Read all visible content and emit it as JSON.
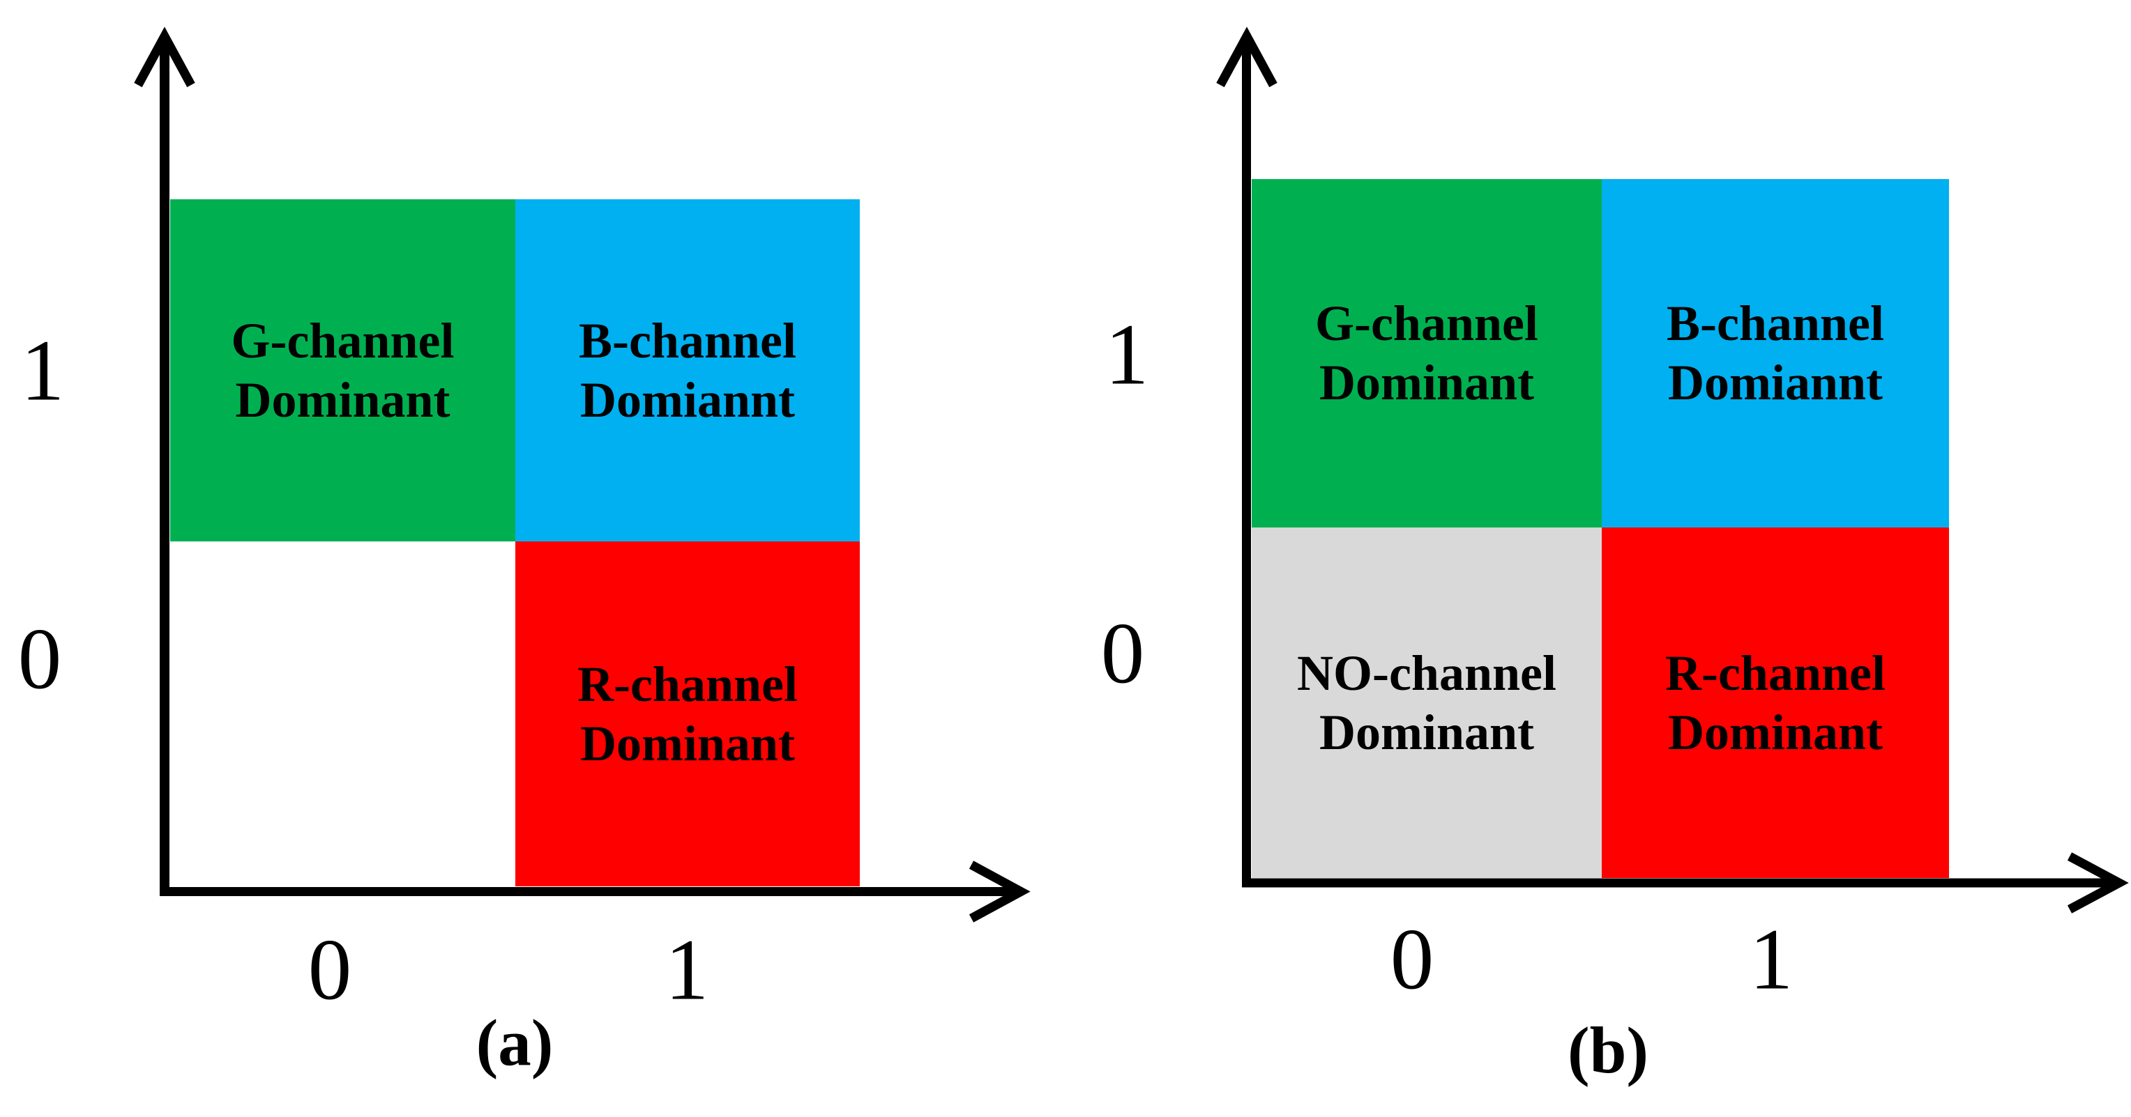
{
  "colors": {
    "green": "#00B050",
    "blue": "#00B0F0",
    "red": "#FF0000",
    "gray": "#D9D9D9",
    "axis": "#000000",
    "text": "#000000",
    "background": "#FFFFFF"
  },
  "panel_a": {
    "caption": "(a)",
    "y_tick_top": "1",
    "y_tick_bottom": "0",
    "x_tick_left": "0",
    "x_tick_right": "1",
    "quadrant_top_left": {
      "line1": "G-channel",
      "line2": "Dominant"
    },
    "quadrant_top_right": {
      "line1": "B-channel",
      "line2": "Domiannt"
    },
    "quadrant_bottom_right": {
      "line1": "R-channel",
      "line2": "Dominant"
    }
  },
  "panel_b": {
    "caption": "(b)",
    "y_tick_top": "1",
    "y_tick_bottom": "0",
    "x_tick_left": "0",
    "x_tick_right": "1",
    "quadrant_top_left": {
      "line1": "G-channel",
      "line2": "Dominant"
    },
    "quadrant_top_right": {
      "line1": "B-channel",
      "line2": "Domiannt"
    },
    "quadrant_bottom_left": {
      "line1": "NO-channel",
      "line2": "Dominant"
    },
    "quadrant_bottom_right": {
      "line1": "R-channel",
      "line2": "Dominant"
    }
  }
}
